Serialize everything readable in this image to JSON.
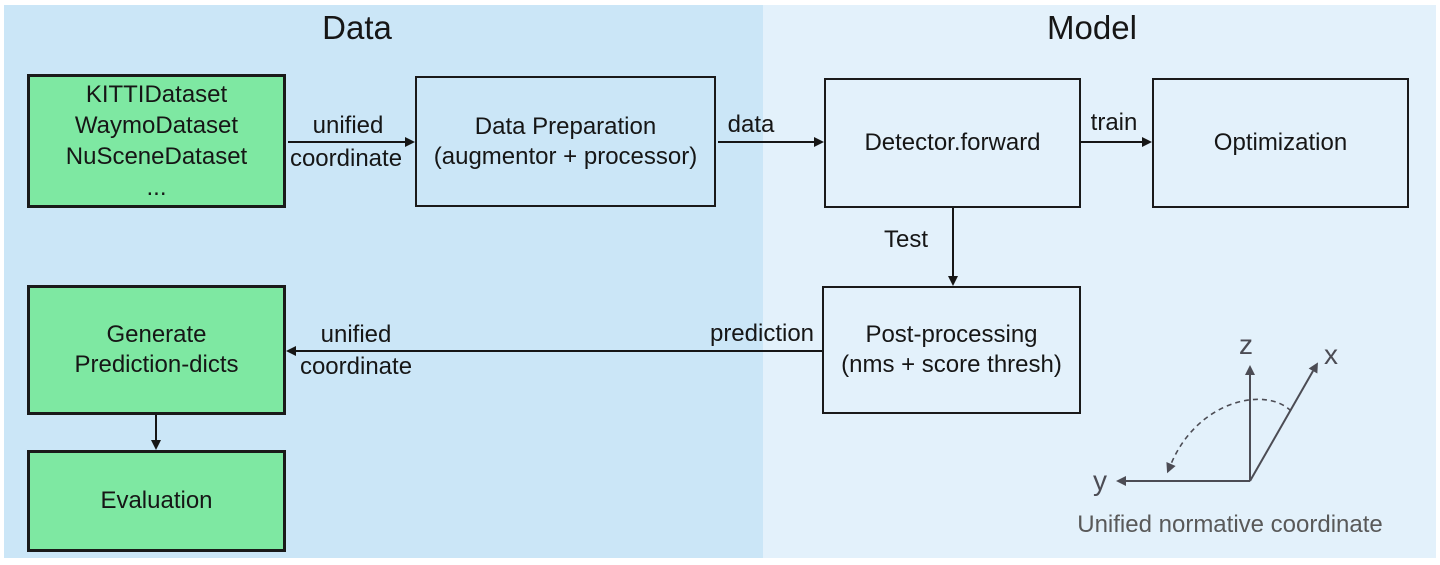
{
  "colors": {
    "page_bg": "#FFFFFF",
    "ink": "#161616",
    "data_bg": "#CBE6F7",
    "model_bg": "#E3F1FB",
    "green": "#7EE8A2",
    "green_border": "#1A1A1A",
    "box_border": "#1A1A1A",
    "axes": "#4C4C54",
    "caption": "#595959"
  },
  "sections": {
    "data": {
      "title": "Data"
    },
    "model": {
      "title": "Model"
    }
  },
  "boxes": {
    "datasets": {
      "line1": "KITTIDataset",
      "line2": "WaymoDataset",
      "line3": "NuSceneDataset",
      "line4": "..."
    },
    "data_preparation": {
      "line1": "Data Preparation",
      "line2": "(augmentor + processor)"
    },
    "detector": {
      "line1": "Detector.forward"
    },
    "optimization": {
      "line1": "Optimization"
    },
    "post_processing": {
      "line1": "Post-processing",
      "line2": "(nms + score thresh)"
    },
    "generate_prediction": {
      "line1": "Generate",
      "line2": "Prediction-dicts"
    },
    "evaluation": {
      "line1": "Evaluation"
    }
  },
  "edge_labels": {
    "unified_top_1": "unified",
    "unified_top_2": "coordinate",
    "data": "data",
    "train": "train",
    "test": "Test",
    "prediction": "prediction",
    "unified_bottom_1": "unified",
    "unified_bottom_2": "coordinate"
  },
  "coordinate_diagram": {
    "z_label": "z",
    "x_label": "x",
    "y_label": "y",
    "caption": "Unified normative coordinate"
  }
}
